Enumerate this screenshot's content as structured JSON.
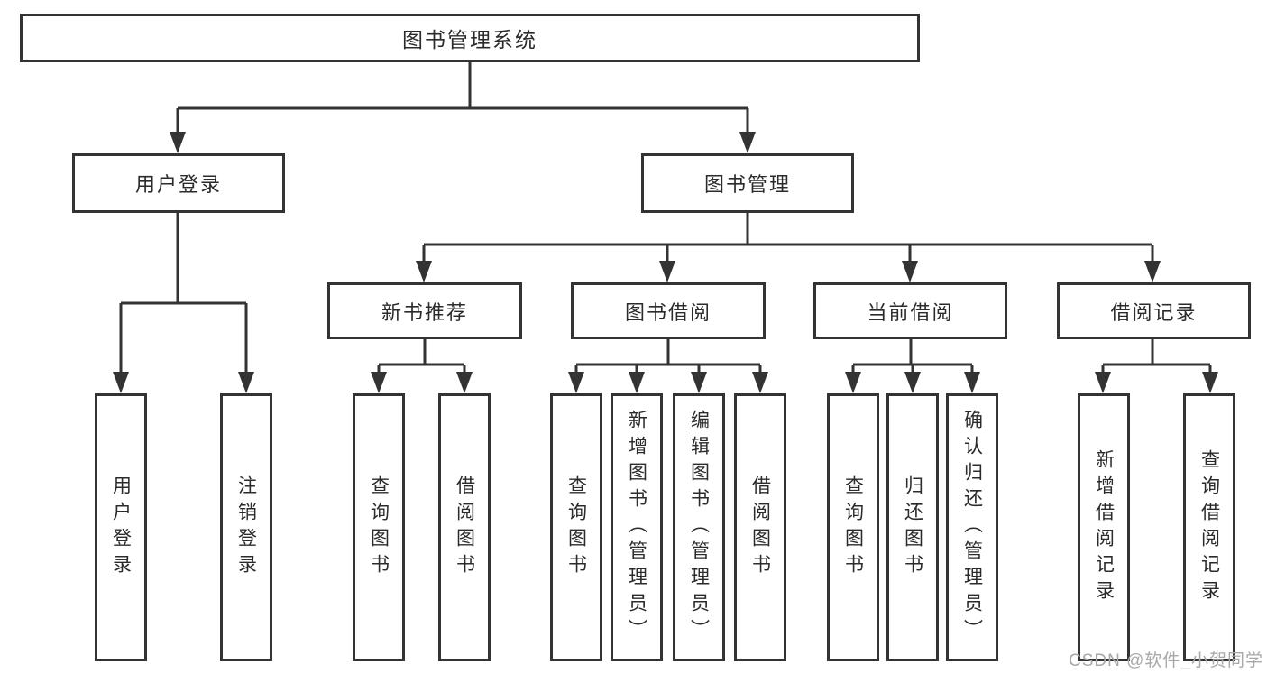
{
  "diagram_title": "图书管理系统",
  "tree": {
    "label": "图书管理系统",
    "children": [
      {
        "label": "用户登录",
        "children": [
          {
            "label": "用户登录"
          },
          {
            "label": "注销登录"
          }
        ]
      },
      {
        "label": "图书管理",
        "children": [
          {
            "label": "新书推荐",
            "children": [
              {
                "label": "查询图书"
              },
              {
                "label": "借阅图书"
              }
            ]
          },
          {
            "label": "图书借阅",
            "children": [
              {
                "label": "查询图书"
              },
              {
                "label": "新增图书（管理员）"
              },
              {
                "label": "编辑图书（管理员）"
              },
              {
                "label": "借阅图书"
              }
            ]
          },
          {
            "label": "当前借阅",
            "children": [
              {
                "label": "查询图书"
              },
              {
                "label": "归还图书"
              },
              {
                "label": "确认归还（管理员）"
              }
            ]
          },
          {
            "label": "借阅记录",
            "children": [
              {
                "label": "新增借阅记录"
              },
              {
                "label": "查询借阅记录"
              }
            ]
          }
        ]
      }
    ]
  },
  "watermark": "CSDN @软件_小贺同学",
  "colors": {
    "line": "#333333",
    "text": "#2b2b2b",
    "box_background": "#ffffff",
    "page_background": "#ffffff",
    "watermark": "#a8a8a8"
  }
}
